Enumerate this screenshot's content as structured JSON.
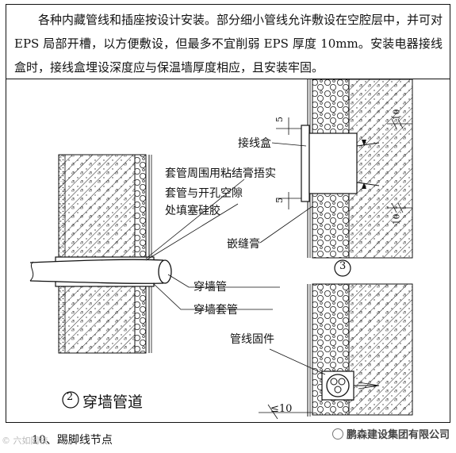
{
  "intro": {
    "text": "各种内藏管线和插座按设计安装。部分细小管线允许敷设在空腔层中，并可对 EPS 局部开槽，以方便敷设，但最多不宜削弱 EPS 厚度 10mm。安装电器接线盒时，接线盒埋设深度应与保温墙厚度相应，且安装牢固。"
  },
  "left_detail": {
    "label_1": "套管周围用粘结膏捂实",
    "label_2a": "套管与开孔空隙",
    "label_2b": "处填塞硅胶",
    "label_3": "穿墙管",
    "label_4": "穿墙套管",
    "number": "2",
    "title": "穿墙管道"
  },
  "right_detail": {
    "label_box": "接线盒",
    "label_caulk": "嵌缝膏",
    "label_fix": "管线固件",
    "number": "3",
    "dim_5a": "5",
    "dim_5b": "5",
    "dim_10a": "10",
    "dim_10b": "10",
    "dim_le10": "≤10"
  },
  "footer": {
    "text": "10、踢脚线节点"
  },
  "watermark_left": "© 六如网校",
  "watermark_right": "鹏森建设集团有限公司"
}
